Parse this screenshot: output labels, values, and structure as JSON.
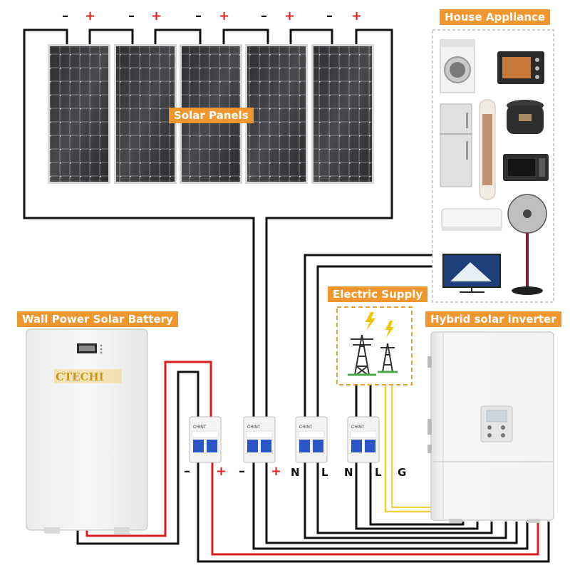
{
  "labels": {
    "solar_panels": "Solar Panels",
    "house_appliance": "House Appliance",
    "electric_supply": "Electric Supply",
    "battery": "Wall Power Solar Battery",
    "inverter": "Hybrid solar inverter"
  },
  "panel_terminals": {
    "minus": "–",
    "plus": "+"
  },
  "breaker_terminals": {
    "b1_minus": "–",
    "b1_plus": "+",
    "b2_minus": "–",
    "b2_plus": "+",
    "b3_n": "N",
    "b3_l": "L",
    "b4_n": "N",
    "b4_l": "L",
    "g": "G"
  },
  "breaker_brand": "CHINT",
  "battery_brand": "CTECHI",
  "colors": {
    "wire_black": "#111111",
    "wire_red": "#d81e1e",
    "wire_yellow": "#f2d23a",
    "label_orange": "#f0962e",
    "breaker_blue": "#2c56c8"
  },
  "icons": [
    "washing-machine-icon",
    "oven-icon",
    "fridge-icon",
    "air-purifier-icon",
    "rice-cooker-icon",
    "microwave-icon",
    "air-conditioner-icon",
    "fan-icon",
    "tv-icon",
    "power-tower-icon",
    "lightning-icon"
  ]
}
